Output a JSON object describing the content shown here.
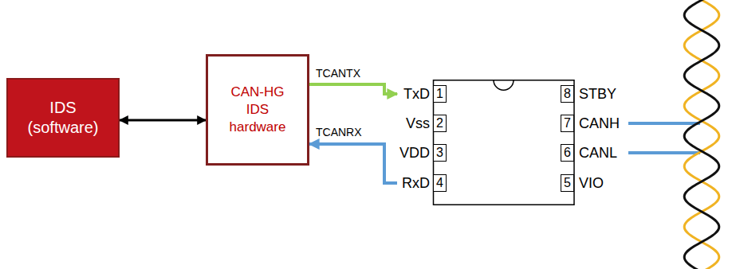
{
  "diagram": {
    "nodes": [
      {
        "text": [
          "IDS (software)"
        ]
      },
      {
        "text": [
          "CAN-HG IDS hardware"
        ]
      },
      {
        "text": [
          "TxD",
          "1",
          "Vss",
          "2",
          "VDD",
          "3",
          "RxD",
          "4",
          "8",
          "STBY",
          "7",
          "CANH",
          "6",
          "CANL",
          "5",
          "VIO"
        ]
      }
    ],
    "edges": [
      {
        "from": 0,
        "to": 1,
        "arrow": "both"
      },
      {
        "from": 1,
        "to": 2,
        "arrow": "to",
        "label": "TCANTX"
      },
      {
        "from": 2,
        "to": 1,
        "arrow": "to",
        "label": "TCANRX"
      }
    ]
  }
}
